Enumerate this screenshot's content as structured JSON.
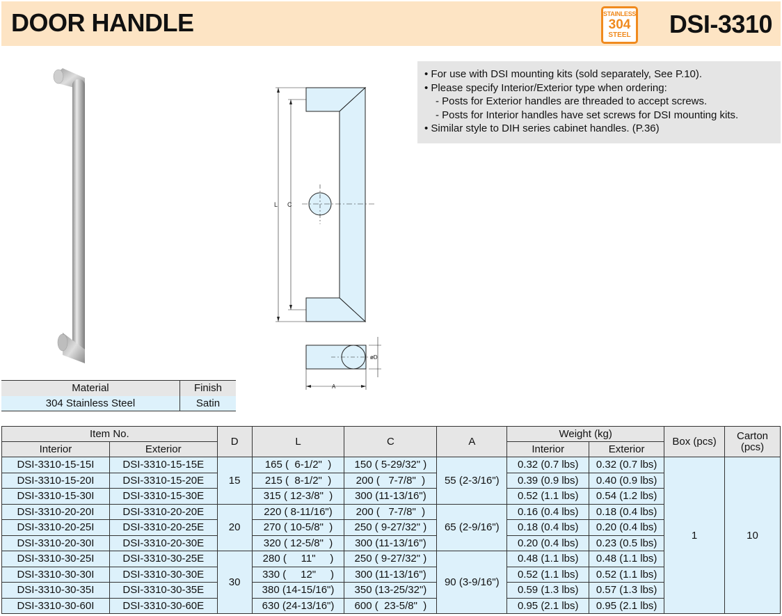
{
  "header": {
    "title": "DOOR HANDLE",
    "model": "DSI-3310",
    "badge": {
      "line1": "STAINLESS",
      "line2": "304",
      "line3": "STEEL",
      "color": "#f08a1e"
    }
  },
  "colors": {
    "header_bg": "#fde4c4",
    "table_head": "#e6e6e6",
    "table_cell": "#ddf1fb",
    "drawing_fill": "#ddf1fb"
  },
  "drawing_labels": {
    "L": "L",
    "C": "C",
    "D": "øD",
    "A": "A"
  },
  "notes": [
    {
      "text": "• For use with DSI mounting kits (sold separately, See P.10).",
      "indent": false
    },
    {
      "text": "• Please specify Interior/Exterior type when ordering:",
      "indent": false
    },
    {
      "text": "- Posts for Exterior handles are threaded to accept screws.",
      "indent": true
    },
    {
      "text": "- Posts for Interior handles have set screws for DSI mounting kits.",
      "indent": true
    },
    {
      "text": "• Similar style to DIH series cabinet handles. (P.36)",
      "indent": false
    }
  ],
  "material_table": {
    "headers": [
      "Material",
      "Finish"
    ],
    "values": [
      "304 Stainless Steel",
      "Satin"
    ]
  },
  "spec_table": {
    "headers": {
      "item_no": "Item No.",
      "interior": "Interior",
      "exterior": "Exterior",
      "D": "D",
      "L": "L",
      "C": "C",
      "A": "A",
      "weight": "Weight (kg)",
      "w_interior": "Interior",
      "w_exterior": "Exterior",
      "box": "Box (pcs)",
      "carton": "Carton\n(pcs)"
    },
    "groups": [
      {
        "D": "15",
        "A": "55 (2-3/16\")",
        "rows": [
          {
            "interior": "DSI-3310-15-15I",
            "exterior": "DSI-3310-15-15E",
            "L": "165 (  6-1/2\"  )",
            "C": "150 ( 5-29/32\" )",
            "w_int": "0.32 (0.7 lbs)",
            "w_ext": "0.32 (0.7 lbs)"
          },
          {
            "interior": "DSI-3310-15-20I",
            "exterior": "DSI-3310-15-20E",
            "L": "215 (  8-1/2\"  )",
            "C": "200 (   7-7/8\"  )",
            "w_int": "0.39 (0.9 lbs)",
            "w_ext": "0.40 (0.9 lbs)"
          },
          {
            "interior": "DSI-3310-15-30I",
            "exterior": "DSI-3310-15-30E",
            "L": "315 ( 12-3/8\"  )",
            "C": "300 (11-13/16\")",
            "w_int": "0.52 (1.1 lbs)",
            "w_ext": "0.54 (1.2 lbs)"
          }
        ]
      },
      {
        "D": "20",
        "A": "65 (2-9/16\")",
        "rows": [
          {
            "interior": "DSI-3310-20-20I",
            "exterior": "DSI-3310-20-20E",
            "L": "220 ( 8-11/16\")",
            "C": "200 (   7-7/8\"  )",
            "w_int": "0.16 (0.4 lbs)",
            "w_ext": "0.18 (0.4 lbs)"
          },
          {
            "interior": "DSI-3310-20-25I",
            "exterior": "DSI-3310-20-25E",
            "L": "270 ( 10-5/8\"  )",
            "C": "250 ( 9-27/32\" )",
            "w_int": "0.18 (0.4 lbs)",
            "w_ext": "0.20 (0.4 lbs)"
          },
          {
            "interior": "DSI-3310-20-30I",
            "exterior": "DSI-3310-20-30E",
            "L": "320 ( 12-5/8\"  )",
            "C": "300 (11-13/16\")",
            "w_int": "0.20 (0.4 lbs)",
            "w_ext": "0.23 (0.5 lbs)"
          }
        ]
      },
      {
        "D": "30",
        "A": "90 (3-9/16\")",
        "rows": [
          {
            "interior": "DSI-3310-30-25I",
            "exterior": "DSI-3310-30-25E",
            "L": "280 (     11\"     )",
            "C": "250 ( 9-27/32\" )",
            "w_int": "0.48 (1.1 lbs)",
            "w_ext": "0.48 (1.1 lbs)"
          },
          {
            "interior": "DSI-3310-30-30I",
            "exterior": "DSI-3310-30-30E",
            "L": "330 (     12\"     )",
            "C": "300 (11-13/16\")",
            "w_int": "0.52 (1.1 lbs)",
            "w_ext": "0.52 (1.1 lbs)"
          },
          {
            "interior": "DSI-3310-30-35I",
            "exterior": "DSI-3310-30-35E",
            "L": "380 (14-15/16\")",
            "C": "350 (13-25/32\")",
            "w_int": "0.59 (1.3 lbs)",
            "w_ext": "0.57 (1.3 lbs)"
          },
          {
            "interior": "DSI-3310-30-60I",
            "exterior": "DSI-3310-30-60E",
            "L": "630 (24-13/16\")",
            "C": "600 (  23-5/8\"  )",
            "w_int": "0.95 (2.1 lbs)",
            "w_ext": "0.95 (2.1 lbs)"
          }
        ]
      }
    ],
    "box": "1",
    "carton": "10"
  }
}
